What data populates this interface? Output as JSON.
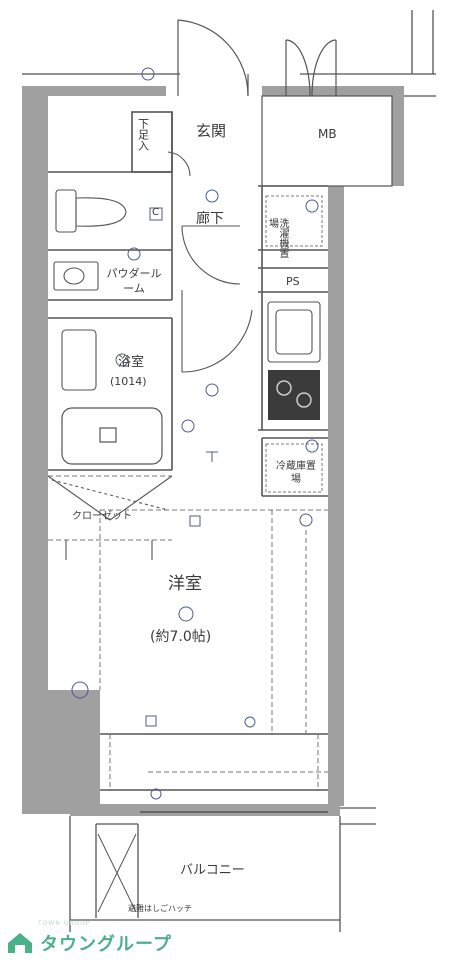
{
  "rooms": {
    "entrance": "玄関",
    "mb": "MB",
    "hallway": "廊下",
    "shoe_storage": "下足入",
    "closet_c": "C",
    "powder_room": "パウダールーム",
    "bathroom": "浴室",
    "bathroom_size": "(1014)",
    "washer_space": "洗濯機置場",
    "ps": "PS",
    "fridge_space": "冷蔵庫置場",
    "closet": "クローゼット",
    "western_room": "洋室",
    "western_room_size": "(約7.0帖)",
    "balcony": "バルコニー",
    "balcony_note": "避難はしごハッチ"
  },
  "logo": {
    "name": "タウングループ",
    "sub": "TOWN GROUP"
  },
  "colors": {
    "wall": "#9e9e9e",
    "line": "#555555",
    "dashed": "#7a7a7a",
    "symbol": "#4a5e8a",
    "brand": "#4bb08a"
  }
}
